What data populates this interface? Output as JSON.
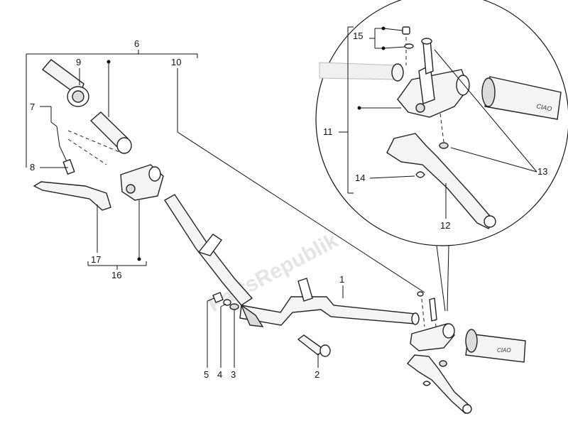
{
  "callouts": {
    "c1": "1",
    "c2": "2",
    "c3": "3",
    "c4": "4",
    "c5": "5",
    "c6": "6",
    "c7": "7",
    "c8": "8",
    "c9": "9",
    "c10": "10",
    "c11": "11",
    "c12": "12",
    "c13": "13",
    "c14": "14",
    "c15": "15",
    "c16": "16",
    "c17": "17"
  },
  "watermark": "PartsRepublik",
  "grip_text": "CIAO",
  "colors": {
    "line": "#111111",
    "part_fill": "#f4f4f4",
    "watermark": "#cfcfcf"
  }
}
